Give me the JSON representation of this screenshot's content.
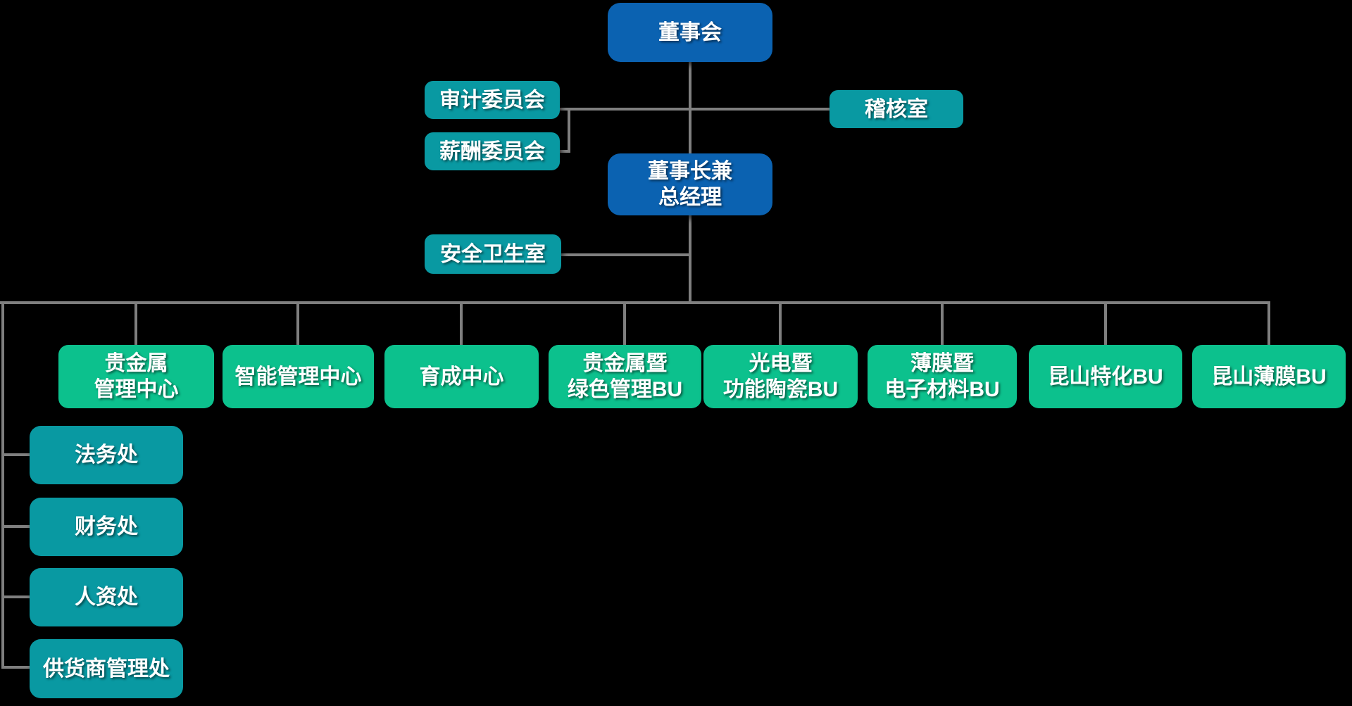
{
  "canvas": {
    "background": "#000000"
  },
  "colors": {
    "canvas_bg": "#000000",
    "board_blue": "#0b62b1",
    "staff_teal": "#0999a2",
    "unit_green": "#0cc18d",
    "connector_gray": "#7f7f7f",
    "text_white": "#ffffff"
  },
  "nodes": {
    "board": {
      "line1": "董事会"
    },
    "chairman": {
      "line1": "董事长兼",
      "line2": "总经理"
    },
    "audit_committee": {
      "line1": "审计委员会"
    },
    "compensation_committee": {
      "line1": "薪酬委员会"
    },
    "audit_office": {
      "line1": "稽核室"
    },
    "safety_office": {
      "line1": "安全卫生室"
    },
    "units": [
      {
        "line1": "贵金属",
        "line2": "管理中心"
      },
      {
        "line1": "智能管理中心"
      },
      {
        "line1": "育成中心"
      },
      {
        "line1": "贵金属暨",
        "line2": "绿色管理BU"
      },
      {
        "line1": "光电暨",
        "line2": "功能陶瓷BU"
      },
      {
        "line1": "薄膜暨",
        "line2": "电子材料BU"
      },
      {
        "line1": "昆山特化BU"
      },
      {
        "line1": "昆山薄膜BU"
      }
    ],
    "departments": [
      {
        "line1": "法务处"
      },
      {
        "line1": "财务处"
      },
      {
        "line1": "人资处"
      },
      {
        "line1": "供货商管理处"
      }
    ]
  }
}
